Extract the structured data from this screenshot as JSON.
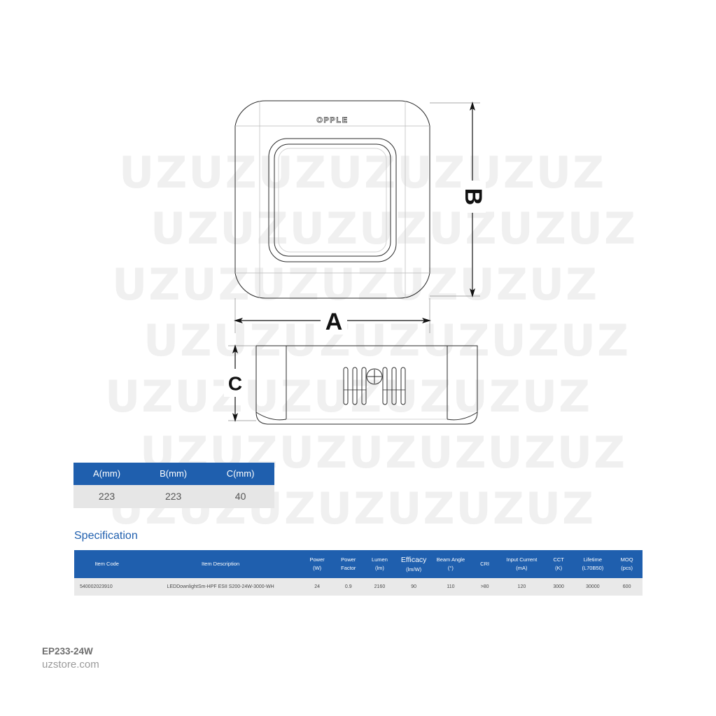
{
  "watermark": {
    "text": "UZUZUZUZUZUZUZ"
  },
  "drawing": {
    "brand_logo": "OPPLE",
    "dimension_labels": {
      "width": "A",
      "height": "B",
      "depth": "C"
    },
    "views": {
      "top": "top-view",
      "side": "side-view"
    },
    "icons": {
      "screw": "screw-cross-icon",
      "vent": "vent-slot"
    }
  },
  "dimension_table": {
    "headers": [
      "A(mm)",
      "B(mm)",
      "C(mm)"
    ],
    "values": [
      "223",
      "223",
      "40"
    ]
  },
  "specification": {
    "heading": "Specification",
    "columns": [
      {
        "label": "Item Code",
        "unit": ""
      },
      {
        "label": "Item Description",
        "unit": ""
      },
      {
        "label": "Power",
        "unit": "(W)"
      },
      {
        "label": "Power",
        "unit": "Factor"
      },
      {
        "label": "Lumen",
        "unit": "(lm)"
      },
      {
        "label": "Efficacy",
        "unit": "(lm/W)"
      },
      {
        "label": "Beam Angle",
        "unit": "(°)"
      },
      {
        "label": "CRI",
        "unit": ""
      },
      {
        "label": "Input Current",
        "unit": "(mA)"
      },
      {
        "label": "CCT",
        "unit": "(K)"
      },
      {
        "label": "Lifetime",
        "unit": "(L70B50)"
      },
      {
        "label": "MOQ",
        "unit": "(pcs)"
      }
    ],
    "rows": [
      {
        "item_code": "540002023910",
        "item_description": "LEDDownlightSm-HPF ESII S200-24W-3000-WH",
        "power": "24",
        "power_factor": "0.9",
        "lumen": "2160",
        "efficacy": "90",
        "beam_angle": "110",
        "cri": ">80",
        "input_current": "120",
        "cct": "3000",
        "lifetime": "30000",
        "moq": "600"
      }
    ]
  },
  "footer": {
    "sku": "EP233-24W",
    "site": "uzstore.com"
  },
  "colors": {
    "brand_blue": "#1f5fae",
    "table_row_gray": "#e6e6e6",
    "line": "#2b2b2b"
  }
}
